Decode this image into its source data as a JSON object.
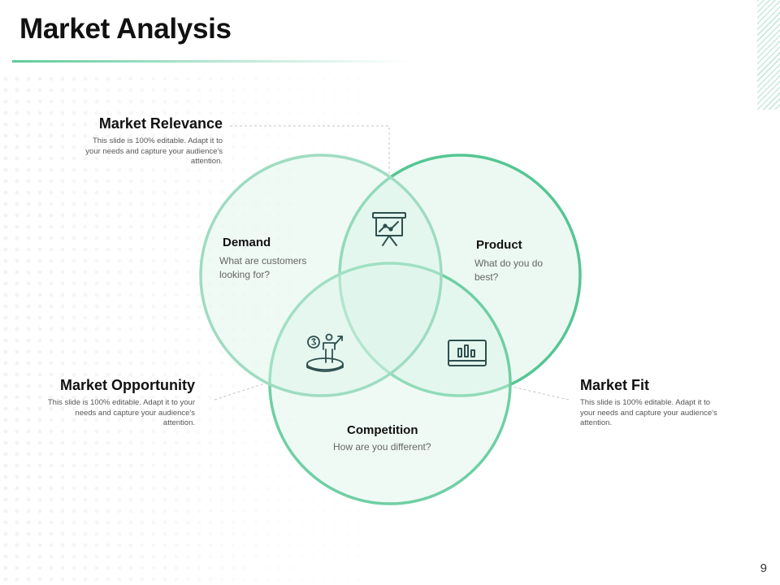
{
  "slide": {
    "title": "Market Analysis",
    "page_number": "9"
  },
  "colors": {
    "accent": "#5fcb9d",
    "accent_light": "#a6e0c7",
    "circle_fill": "#dcf4e8"
  },
  "callouts": {
    "relevance": {
      "title": "Market Relevance",
      "text": "This slide is 100% editable. Adapt it to your needs and capture your audience's attention."
    },
    "opportunity": {
      "title": "Market Opportunity",
      "text": "This slide is 100% editable. Adapt it to your needs and capture your audience's attention."
    },
    "fit": {
      "title": "Market Fit",
      "text": "This slide is 100% editable. Adapt it to your needs and capture your audience's attention."
    }
  },
  "circles": {
    "demand": {
      "title": "Demand",
      "text": "What are customers looking for?"
    },
    "product": {
      "title": "Product",
      "text": "What do you do best?"
    },
    "competition": {
      "title": "Competition",
      "text": "How are you different?"
    }
  },
  "icons": [
    "presentation-board-icon",
    "growth-presenter-icon",
    "bar-chart-monitor-icon"
  ]
}
